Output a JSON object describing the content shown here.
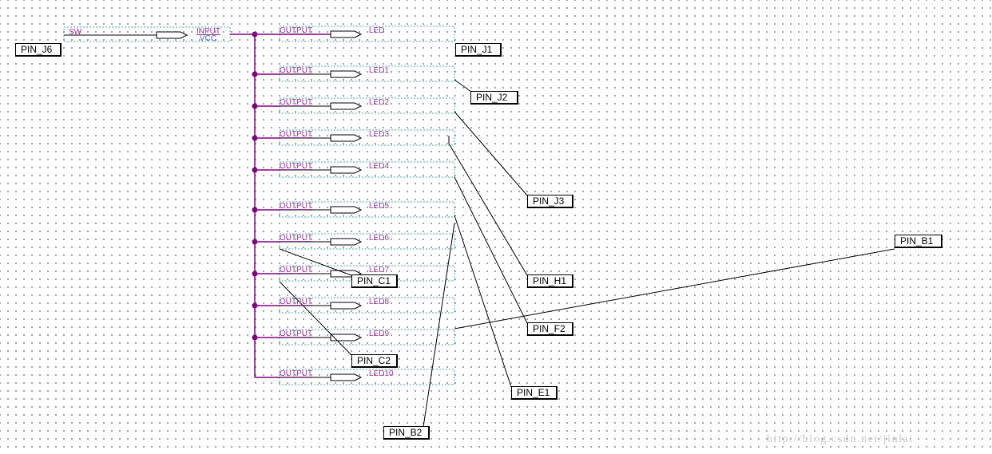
{
  "colors": {
    "bus": "#800080",
    "pin_wire": "#000000",
    "port_label": "#993399",
    "vcc_label": "#3366cc",
    "port_box_border": "#4aa3a3"
  },
  "input": {
    "name": "SW",
    "type": "INPUT",
    "default": "VCC",
    "pin": "PIN_J6"
  },
  "outputs": [
    {
      "type": "OUTPUT",
      "name": "LED",
      "pin": "PIN_J1"
    },
    {
      "type": "OUTPUT",
      "name": "LED1",
      "pin": "PIN_J2"
    },
    {
      "type": "OUTPUT",
      "name": "LED2",
      "pin": "PIN_J3"
    },
    {
      "type": "OUTPUT",
      "name": "LED3",
      "pin": "PIN_H1"
    },
    {
      "type": "OUTPUT",
      "name": "LED4",
      "pin": "PIN_F2"
    },
    {
      "type": "OUTPUT",
      "name": "LED5",
      "pin": "PIN_E1"
    },
    {
      "type": "OUTPUT",
      "name": "LED6",
      "pin": "PIN_C1"
    },
    {
      "type": "OUTPUT",
      "name": "LED7",
      "pin": "PIN_B2"
    },
    {
      "type": "OUTPUT",
      "name": "LED8",
      "pin": "PIN_C2"
    },
    {
      "type": "OUTPUT",
      "name": "LED9",
      "pin": "PIN_B1"
    },
    {
      "type": "OUTPUT",
      "name": "LED10",
      "pin": ""
    }
  ],
  "watermark": "http://blog.csdn.net/jinlai"
}
